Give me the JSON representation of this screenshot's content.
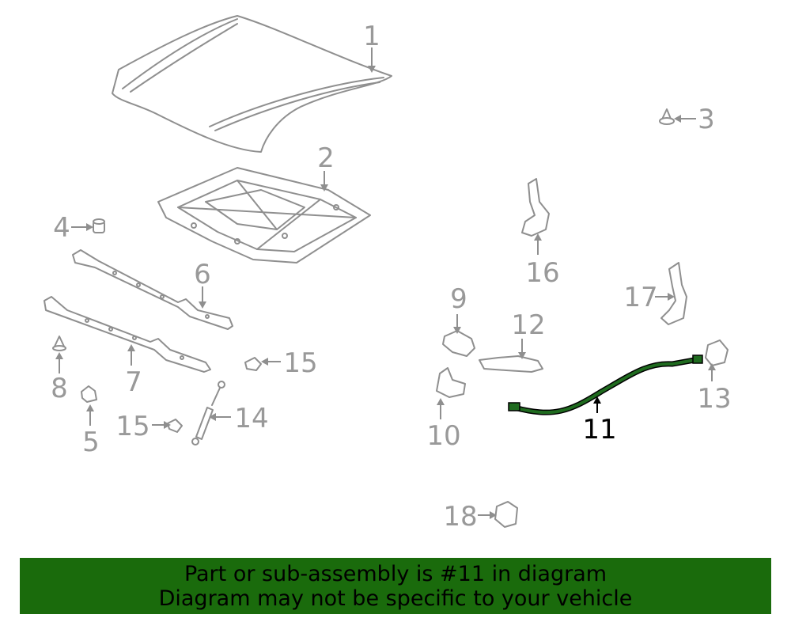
{
  "diagram": {
    "highlight_color": "#1f6b1f",
    "highlighted_part": "11",
    "callouts": [
      "1",
      "2",
      "3",
      "4",
      "5",
      "6",
      "7",
      "8",
      "9",
      "10",
      "11",
      "12",
      "13",
      "14",
      "15",
      "15",
      "16",
      "17",
      "18"
    ]
  },
  "banner": {
    "color": "#1a6b0c",
    "line1": "Part or sub-assembly is #11 in diagram",
    "line2": "Diagram may not be specific to your vehicle"
  }
}
